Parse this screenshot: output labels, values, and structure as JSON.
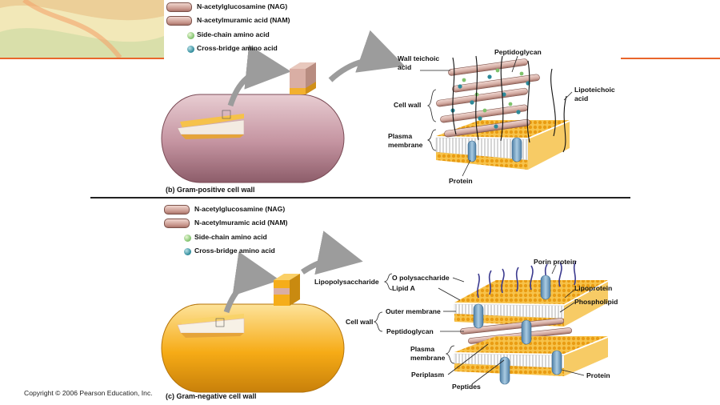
{
  "legend": {
    "nag": "N-acetylglucosamine (NAG)",
    "nam": "N-acetylmuramic acid (NAM)",
    "side_chain": "Side-chain amino acid",
    "cross_bridge": "Cross-bridge amino acid"
  },
  "gram_positive": {
    "caption_letter": "(b)",
    "caption": "Gram-positive cell wall",
    "labels": {
      "wall_teichoic": "Wall teichoic\nacid",
      "peptidoglycan": "Peptidoglycan",
      "lipoteichoic": "Lipoteichoic\nacid",
      "cell_wall": "Cell wall",
      "plasma_membrane": "Plasma\nmembrane",
      "protein": "Protein"
    }
  },
  "gram_negative": {
    "caption_letter": "(c)",
    "caption": "Gram-negative cell wall",
    "labels": {
      "porin": "Porin protein",
      "o_poly": "O polysaccharide",
      "lipid_a": "Lipid A",
      "lps": "Lipopolysaccharide",
      "lipoprotein": "Lipoprotein",
      "phospholipid": "Phospholipid",
      "outer_membrane": "Outer membrane",
      "cell_wall": "Cell wall",
      "peptidoglycan": "Peptidoglycan",
      "plasma_membrane": "Plasma\nmembrane",
      "periplasm": "Periplasm",
      "peptides": "Peptides",
      "protein": "Protein"
    }
  },
  "copyright": "Copyright © 2006 Pearson Education, Inc.",
  "colors": {
    "accent_orange": "#e9662c",
    "membrane_yellow": "#f2b02e",
    "positive_cell": "#c89aa4",
    "negative_cell": "#f5a916",
    "lps_chain": "#3b3a8f",
    "protein_blue": "#6f9fc4"
  }
}
